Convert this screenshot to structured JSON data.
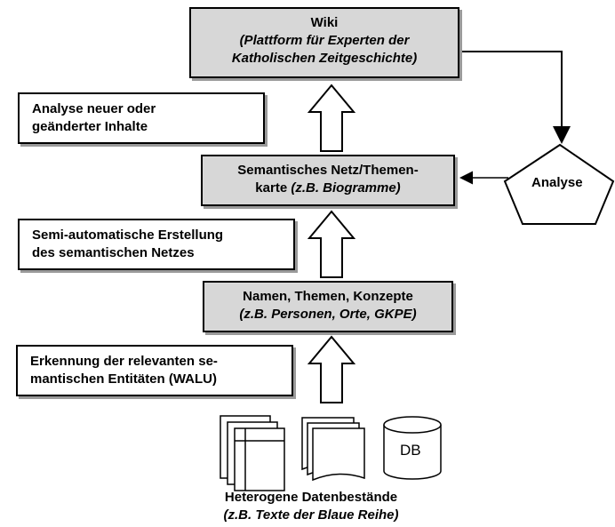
{
  "wiki": {
    "title": "Wiki",
    "subtitle_1": "(Plattform für Experten der",
    "subtitle_2": "Katholischen Zeitgeschichte)"
  },
  "annotation_1": {
    "line_1": "Analyse neuer oder",
    "line_2": "geänderter Inhalte"
  },
  "semantic_net": {
    "line_1": "Semantisches Netz/Themen-",
    "line_2_plain": "karte ",
    "line_2_italic": "(z.B. Biogramme)"
  },
  "analyse": {
    "label": "Analyse"
  },
  "annotation_2": {
    "line_1": "Semi-automatische Erstellung",
    "line_2": "des semantischen Netzes"
  },
  "entities": {
    "line_1": "Namen, Themen, Konzepte",
    "line_2": "(z.B. Personen, Orte, GKPE)"
  },
  "annotation_3": {
    "line_1": "Erkennung der relevanten se-",
    "line_2": "mantischen Entitäten (WALU)"
  },
  "datasources": {
    "db_label": "DB",
    "caption_1": "Heterogene Datenbestände",
    "caption_2": "(z.B. Texte der Blaue Reihe)"
  }
}
